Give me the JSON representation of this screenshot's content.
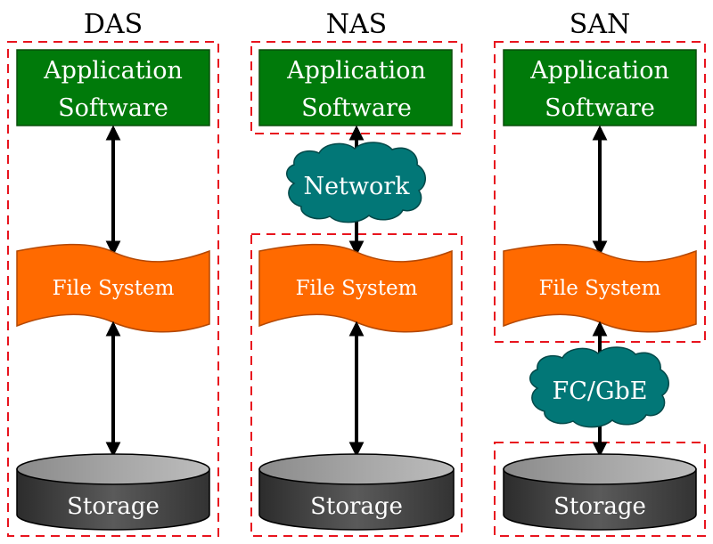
{
  "diagram": {
    "columns": [
      {
        "id": "das",
        "title": "DAS",
        "application": [
          "Application",
          "Software"
        ],
        "file_system": "File System",
        "network": null,
        "storage": "Storage"
      },
      {
        "id": "nas",
        "title": "NAS",
        "application": [
          "Application",
          "Software"
        ],
        "file_system": "File System",
        "network": "Network",
        "storage": "Storage"
      },
      {
        "id": "san",
        "title": "SAN",
        "application": [
          "Application",
          "Software"
        ],
        "file_system": "File System",
        "network": "FC/GbE",
        "storage": "Storage"
      }
    ],
    "colors": {
      "application": "#007a0a",
      "file_system": "#ff6a00",
      "network": "#027777",
      "storage_top": "#a8a8a8",
      "storage_side": "#4a4a4a",
      "boundary": "#e8141e"
    }
  }
}
